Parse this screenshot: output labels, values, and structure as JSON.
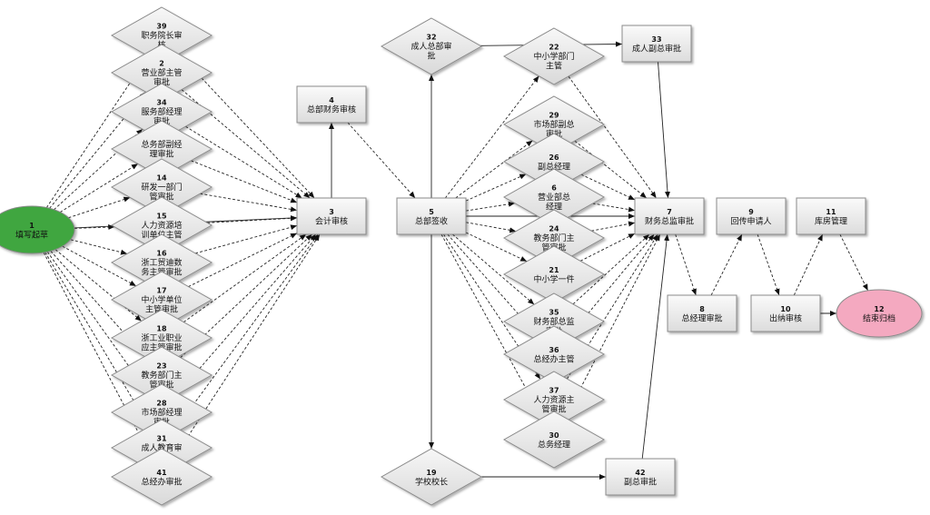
{
  "diagram": {
    "nodes": [
      {
        "id": "1",
        "shape": "ellipse",
        "fill": "#3fa63f",
        "lines": [
          "1",
          "填写起草"
        ]
      },
      {
        "id": "39",
        "shape": "diamond",
        "lines": [
          "39",
          "职务院长审",
          "核"
        ]
      },
      {
        "id": "2",
        "shape": "diamond",
        "lines": [
          "2",
          "营业部主管",
          "审批"
        ]
      },
      {
        "id": "34",
        "shape": "diamond",
        "lines": [
          "34",
          "服务部经理",
          "审批"
        ]
      },
      {
        "id": "n_z",
        "shape": "diamond",
        "lines": [
          "总务部副经",
          "理审批"
        ]
      },
      {
        "id": "14",
        "shape": "diamond",
        "lines": [
          "14",
          "研发一部门",
          "管审批"
        ]
      },
      {
        "id": "15",
        "shape": "diamond",
        "lines": [
          "15",
          "人力资源培",
          "训单位主管"
        ]
      },
      {
        "id": "16",
        "shape": "diamond",
        "lines": [
          "16",
          "浙工贸迪数",
          "务主管审批"
        ]
      },
      {
        "id": "17",
        "shape": "diamond",
        "lines": [
          "17",
          "中小学单位",
          "主管审批"
        ]
      },
      {
        "id": "18",
        "shape": "diamond",
        "lines": [
          "18",
          "浙工业职业",
          "应主管审批"
        ]
      },
      {
        "id": "23",
        "shape": "diamond",
        "lines": [
          "23",
          "教务部门主",
          "管审批"
        ]
      },
      {
        "id": "28",
        "shape": "diamond",
        "lines": [
          "28",
          "市场部经理",
          "审批"
        ]
      },
      {
        "id": "31",
        "shape": "diamond",
        "lines": [
          "31",
          "成人教育审",
          "批"
        ]
      },
      {
        "id": "41",
        "shape": "diamond",
        "lines": [
          "41",
          "总经办审批"
        ]
      },
      {
        "id": "3",
        "shape": "rect",
        "lines": [
          "3",
          "会计审核"
        ]
      },
      {
        "id": "4",
        "shape": "rect",
        "lines": [
          "4",
          "总部财务审核"
        ]
      },
      {
        "id": "5",
        "shape": "rect",
        "lines": [
          "5",
          "总部签收"
        ]
      },
      {
        "id": "32",
        "shape": "diamond",
        "lines": [
          "32",
          "成人总部审",
          "批"
        ]
      },
      {
        "id": "33",
        "shape": "rect",
        "lines": [
          "33",
          "成人副总审批"
        ]
      },
      {
        "id": "22",
        "shape": "diamond",
        "lines": [
          "22",
          "中小学部门",
          "主管"
        ]
      },
      {
        "id": "29",
        "shape": "diamond",
        "lines": [
          "29",
          "市场部副总",
          "审批"
        ]
      },
      {
        "id": "26",
        "shape": "diamond",
        "lines": [
          "26",
          "副总经理"
        ]
      },
      {
        "id": "6",
        "shape": "diamond",
        "lines": [
          "6",
          "营业部总",
          "经理"
        ]
      },
      {
        "id": "24",
        "shape": "diamond",
        "lines": [
          "24",
          "教务部门主",
          "管审批"
        ]
      },
      {
        "id": "21",
        "shape": "diamond",
        "lines": [
          "21",
          "中小学一件"
        ]
      },
      {
        "id": "35",
        "shape": "diamond",
        "lines": [
          "35",
          "财务部总监",
          "审批"
        ]
      },
      {
        "id": "36",
        "shape": "diamond",
        "lines": [
          "36",
          "总经办主管"
        ]
      },
      {
        "id": "37",
        "shape": "diamond",
        "lines": [
          "37",
          "人力资源主",
          "管审批"
        ]
      },
      {
        "id": "30",
        "shape": "diamond",
        "lines": [
          "30",
          "总务经理"
        ]
      },
      {
        "id": "19",
        "shape": "diamond",
        "lines": [
          "19",
          "学校校长"
        ]
      },
      {
        "id": "42",
        "shape": "rect",
        "lines": [
          "42",
          "副总审批"
        ]
      },
      {
        "id": "7",
        "shape": "rect",
        "lines": [
          "7",
          "财务总监审批"
        ]
      },
      {
        "id": "8",
        "shape": "rect",
        "lines": [
          "8",
          "总经理审批"
        ]
      },
      {
        "id": "9",
        "shape": "rect",
        "lines": [
          "9",
          "回传申请人"
        ]
      },
      {
        "id": "10",
        "shape": "rect",
        "lines": [
          "10",
          "出纳审核"
        ]
      },
      {
        "id": "11",
        "shape": "rect",
        "lines": [
          "11",
          "库房管理"
        ]
      },
      {
        "id": "12",
        "shape": "ellipse",
        "fill": "#f4a9c0",
        "lines": [
          "12",
          "结束归档"
        ]
      }
    ],
    "edges": [
      [
        "1",
        "39",
        "dash"
      ],
      [
        "1",
        "2",
        "dash"
      ],
      [
        "1",
        "34",
        "dash"
      ],
      [
        "1",
        "n_z",
        "dash"
      ],
      [
        "1",
        "14",
        "dash"
      ],
      [
        "1",
        "15",
        "dash"
      ],
      [
        "1",
        "16",
        "dash"
      ],
      [
        "1",
        "17",
        "dash"
      ],
      [
        "1",
        "18",
        "dash"
      ],
      [
        "1",
        "23",
        "dash"
      ],
      [
        "1",
        "28",
        "dash"
      ],
      [
        "1",
        "31",
        "dash"
      ],
      [
        "1",
        "41",
        "dash"
      ],
      [
        "1",
        "3",
        "solid"
      ],
      [
        "39",
        "3",
        "dash"
      ],
      [
        "2",
        "3",
        "dash"
      ],
      [
        "34",
        "3",
        "dash"
      ],
      [
        "n_z",
        "3",
        "dash"
      ],
      [
        "14",
        "3",
        "dash"
      ],
      [
        "15",
        "3",
        "dash"
      ],
      [
        "16",
        "3",
        "dash"
      ],
      [
        "17",
        "3",
        "dash"
      ],
      [
        "18",
        "3",
        "dash"
      ],
      [
        "23",
        "3",
        "dash"
      ],
      [
        "28",
        "3",
        "dash"
      ],
      [
        "31",
        "3",
        "dash"
      ],
      [
        "41",
        "3",
        "dash"
      ],
      [
        "3",
        "4",
        "solid"
      ],
      [
        "4",
        "5",
        "dash"
      ],
      [
        "5",
        "32",
        "solid"
      ],
      [
        "32",
        "33",
        "solid"
      ],
      [
        "33",
        "7",
        "solid"
      ],
      [
        "5",
        "22",
        "dash"
      ],
      [
        "5",
        "29",
        "dash"
      ],
      [
        "5",
        "26",
        "dash"
      ],
      [
        "5",
        "6",
        "dash"
      ],
      [
        "5",
        "24",
        "dash"
      ],
      [
        "5",
        "21",
        "dash"
      ],
      [
        "5",
        "35",
        "dash"
      ],
      [
        "5",
        "36",
        "dash"
      ],
      [
        "5",
        "37",
        "dash"
      ],
      [
        "5",
        "30",
        "dash"
      ],
      [
        "22",
        "7",
        "dash"
      ],
      [
        "29",
        "7",
        "dash"
      ],
      [
        "26",
        "7",
        "dash"
      ],
      [
        "6",
        "7",
        "dash"
      ],
      [
        "24",
        "7",
        "dash"
      ],
      [
        "21",
        "7",
        "dash"
      ],
      [
        "35",
        "7",
        "dash"
      ],
      [
        "36",
        "7",
        "dash"
      ],
      [
        "37",
        "7",
        "dash"
      ],
      [
        "30",
        "7",
        "dash"
      ],
      [
        "5",
        "7",
        "solid"
      ],
      [
        "5",
        "19",
        "solid"
      ],
      [
        "19",
        "42",
        "solid"
      ],
      [
        "42",
        "7",
        "solid"
      ],
      [
        "7",
        "8",
        "dash"
      ],
      [
        "8",
        "9",
        "dash"
      ],
      [
        "9",
        "10",
        "dash"
      ],
      [
        "10",
        "11",
        "dash"
      ],
      [
        "11",
        "12",
        "dash"
      ],
      [
        "10",
        "12",
        "solid"
      ]
    ]
  }
}
